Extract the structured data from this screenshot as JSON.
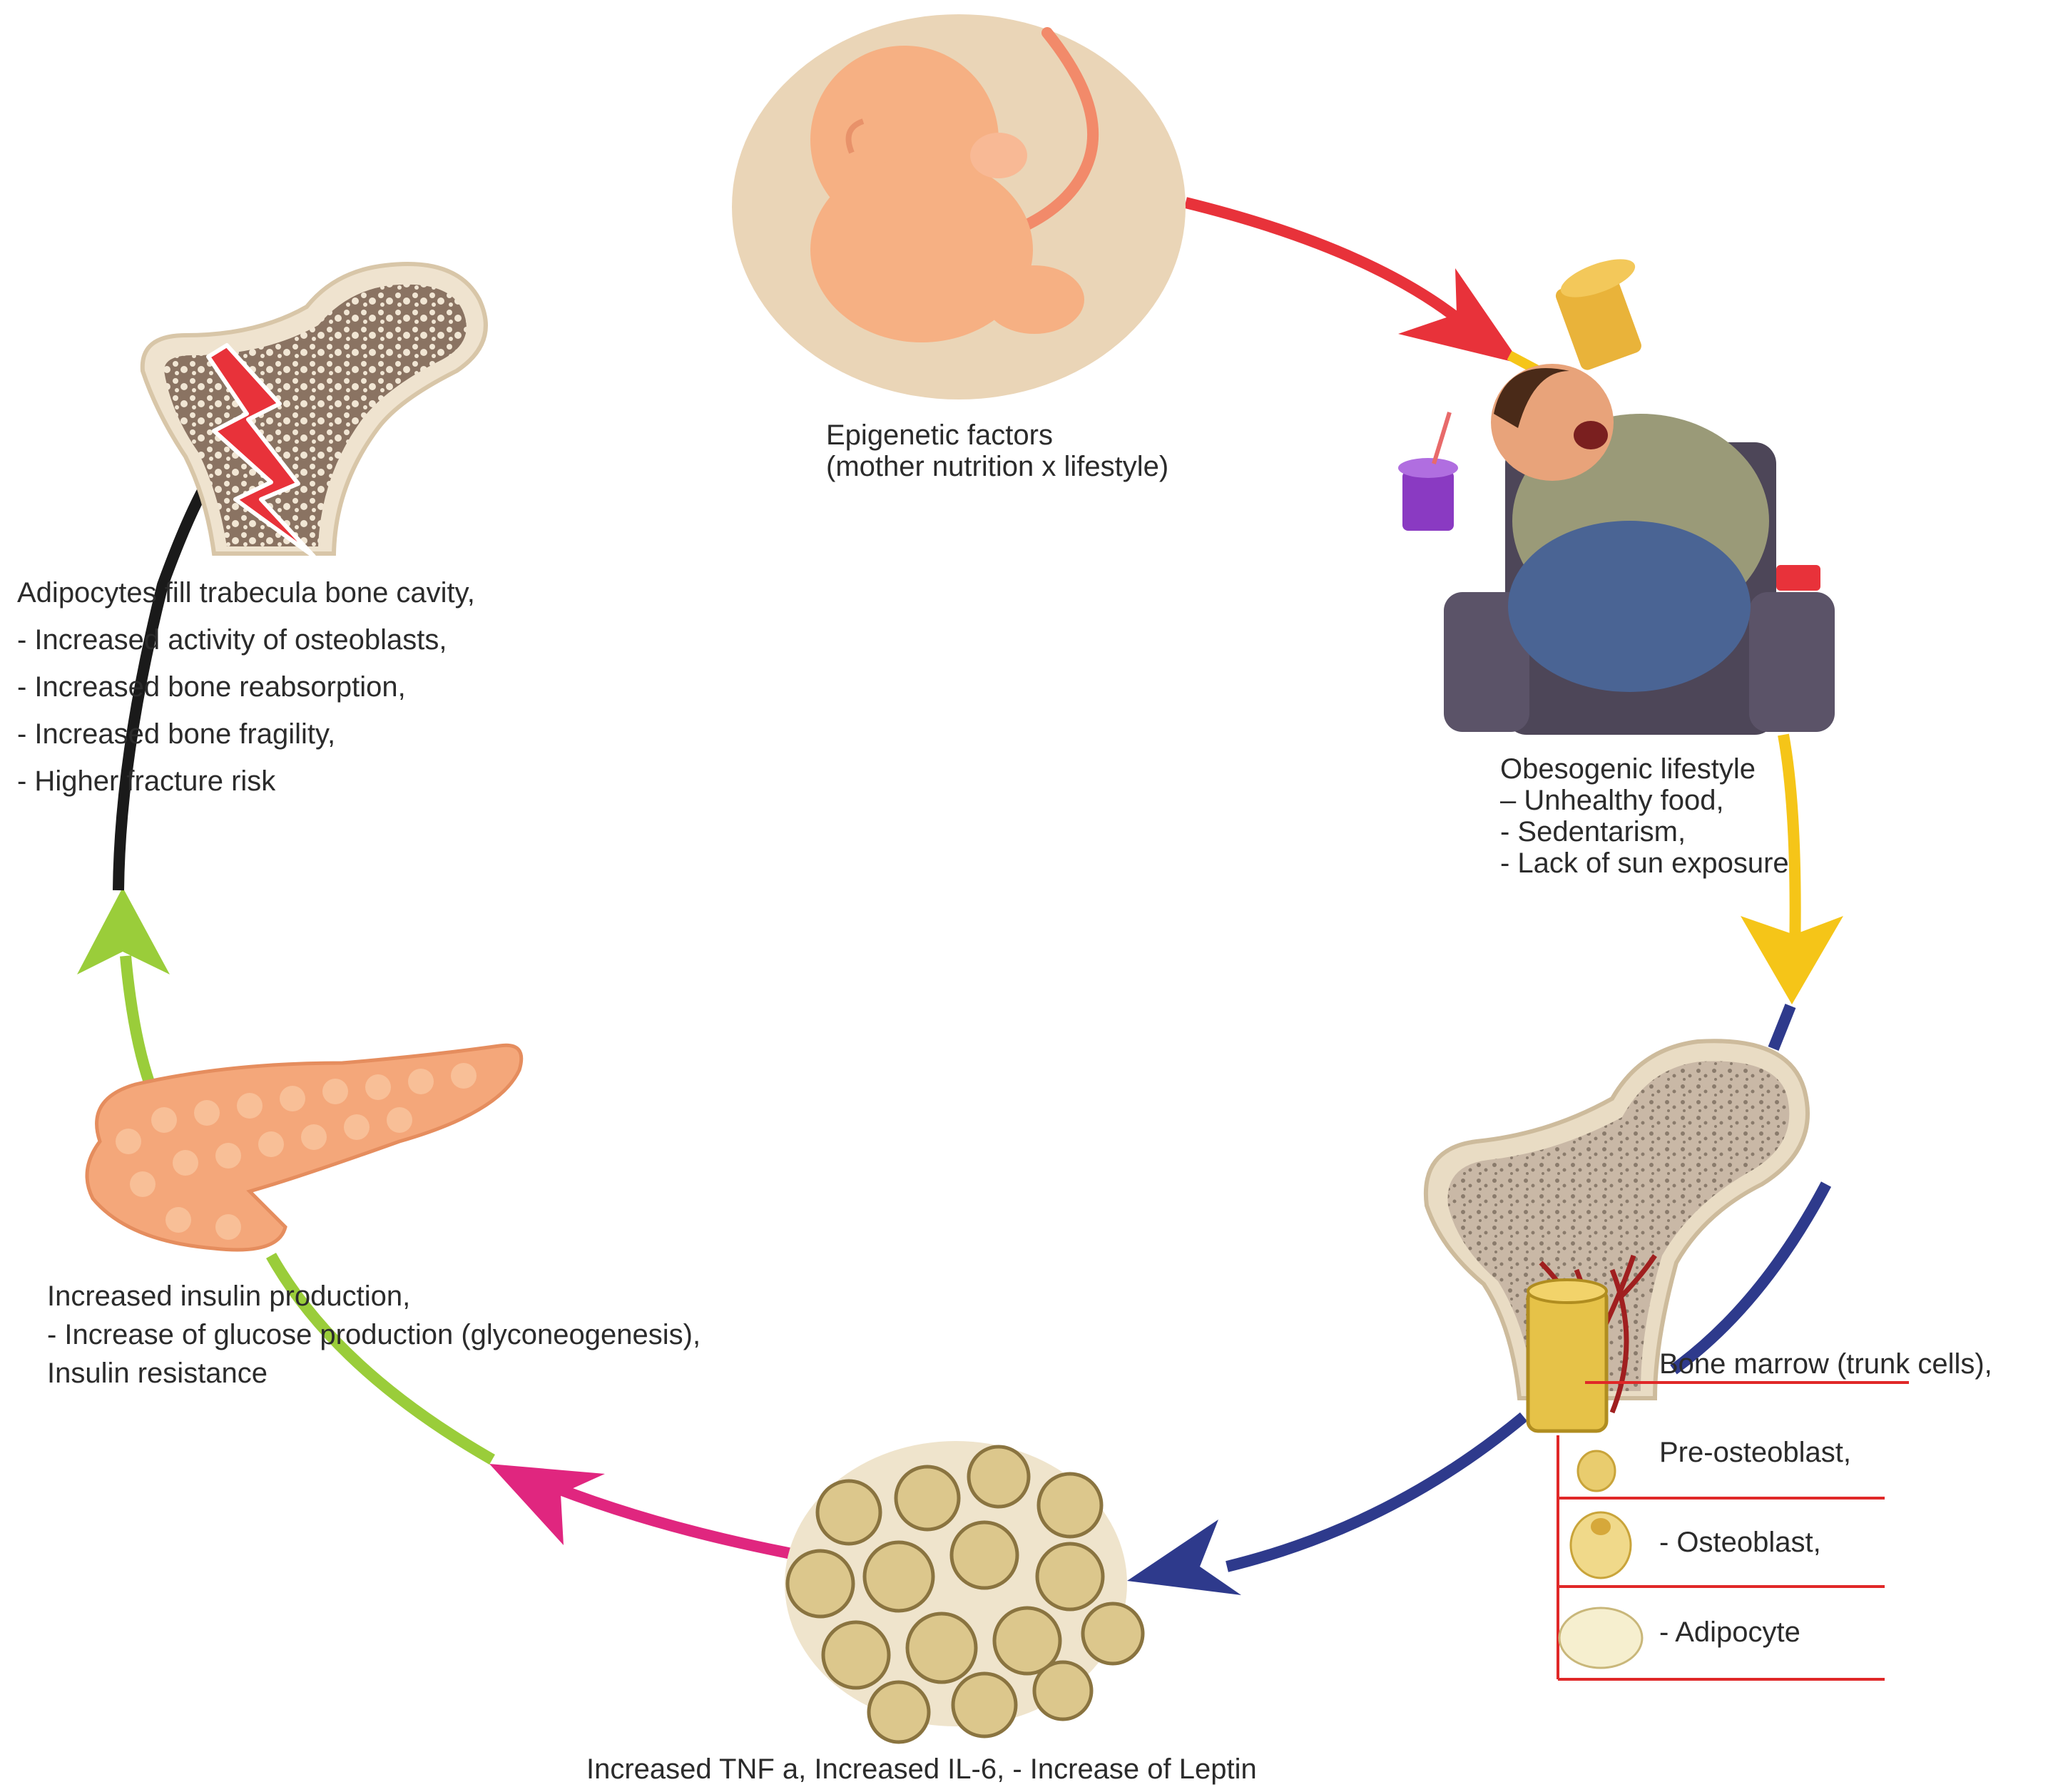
{
  "stages": {
    "epigenetic": {
      "line1": "Epigenetic factors",
      "line2": "(mother nutrition x lifestyle)"
    },
    "obesogenic": {
      "line1": "Obesogenic lifestyle",
      "line2": "– Unhealthy food,",
      "line3": "- Sedentarism,",
      "line4": "- Lack of sun exposure"
    },
    "bone_marrow_legend": {
      "bone_marrow": "Bone marrow (trunk cells),",
      "pre_osteoblast": "Pre-osteoblast,",
      "osteoblast": "- Osteoblast,",
      "adipocyte": "- Adipocyte"
    },
    "adipose": {
      "line1": "Increased TNF a, Increased IL-6, - Increase of Leptin"
    },
    "pancreas": {
      "line1": "Increased insulin production,",
      "line2": "- Increase of glucose production (glyconeogenesis),",
      "line3": "Insulin resistance"
    },
    "fracture": {
      "line1": "Adipocytes fill trabecula bone cavity,",
      "line2": "- Increased activity of osteoblasts,",
      "line3": "- Increased bone reabsorption,",
      "line4": "- Increased bone fragility,",
      "line5": "- Higher fracture risk"
    }
  },
  "colors": {
    "arrow_epigenetic_to_lifestyle": "#e8323a",
    "arrow_lifestyle_to_bone": "#f5c518",
    "arrow_bone_to_adipose": "#2e3a8c",
    "arrow_adipose_to_pancreas": "#e0267f",
    "arrow_pancreas_to_fracture": "#9acd3a",
    "arrow_fracture_to_epigenetic": "#1a1a1a",
    "legend_lines": "#e02828",
    "fetus": "#f6b083",
    "womb": "#ead5b7"
  }
}
